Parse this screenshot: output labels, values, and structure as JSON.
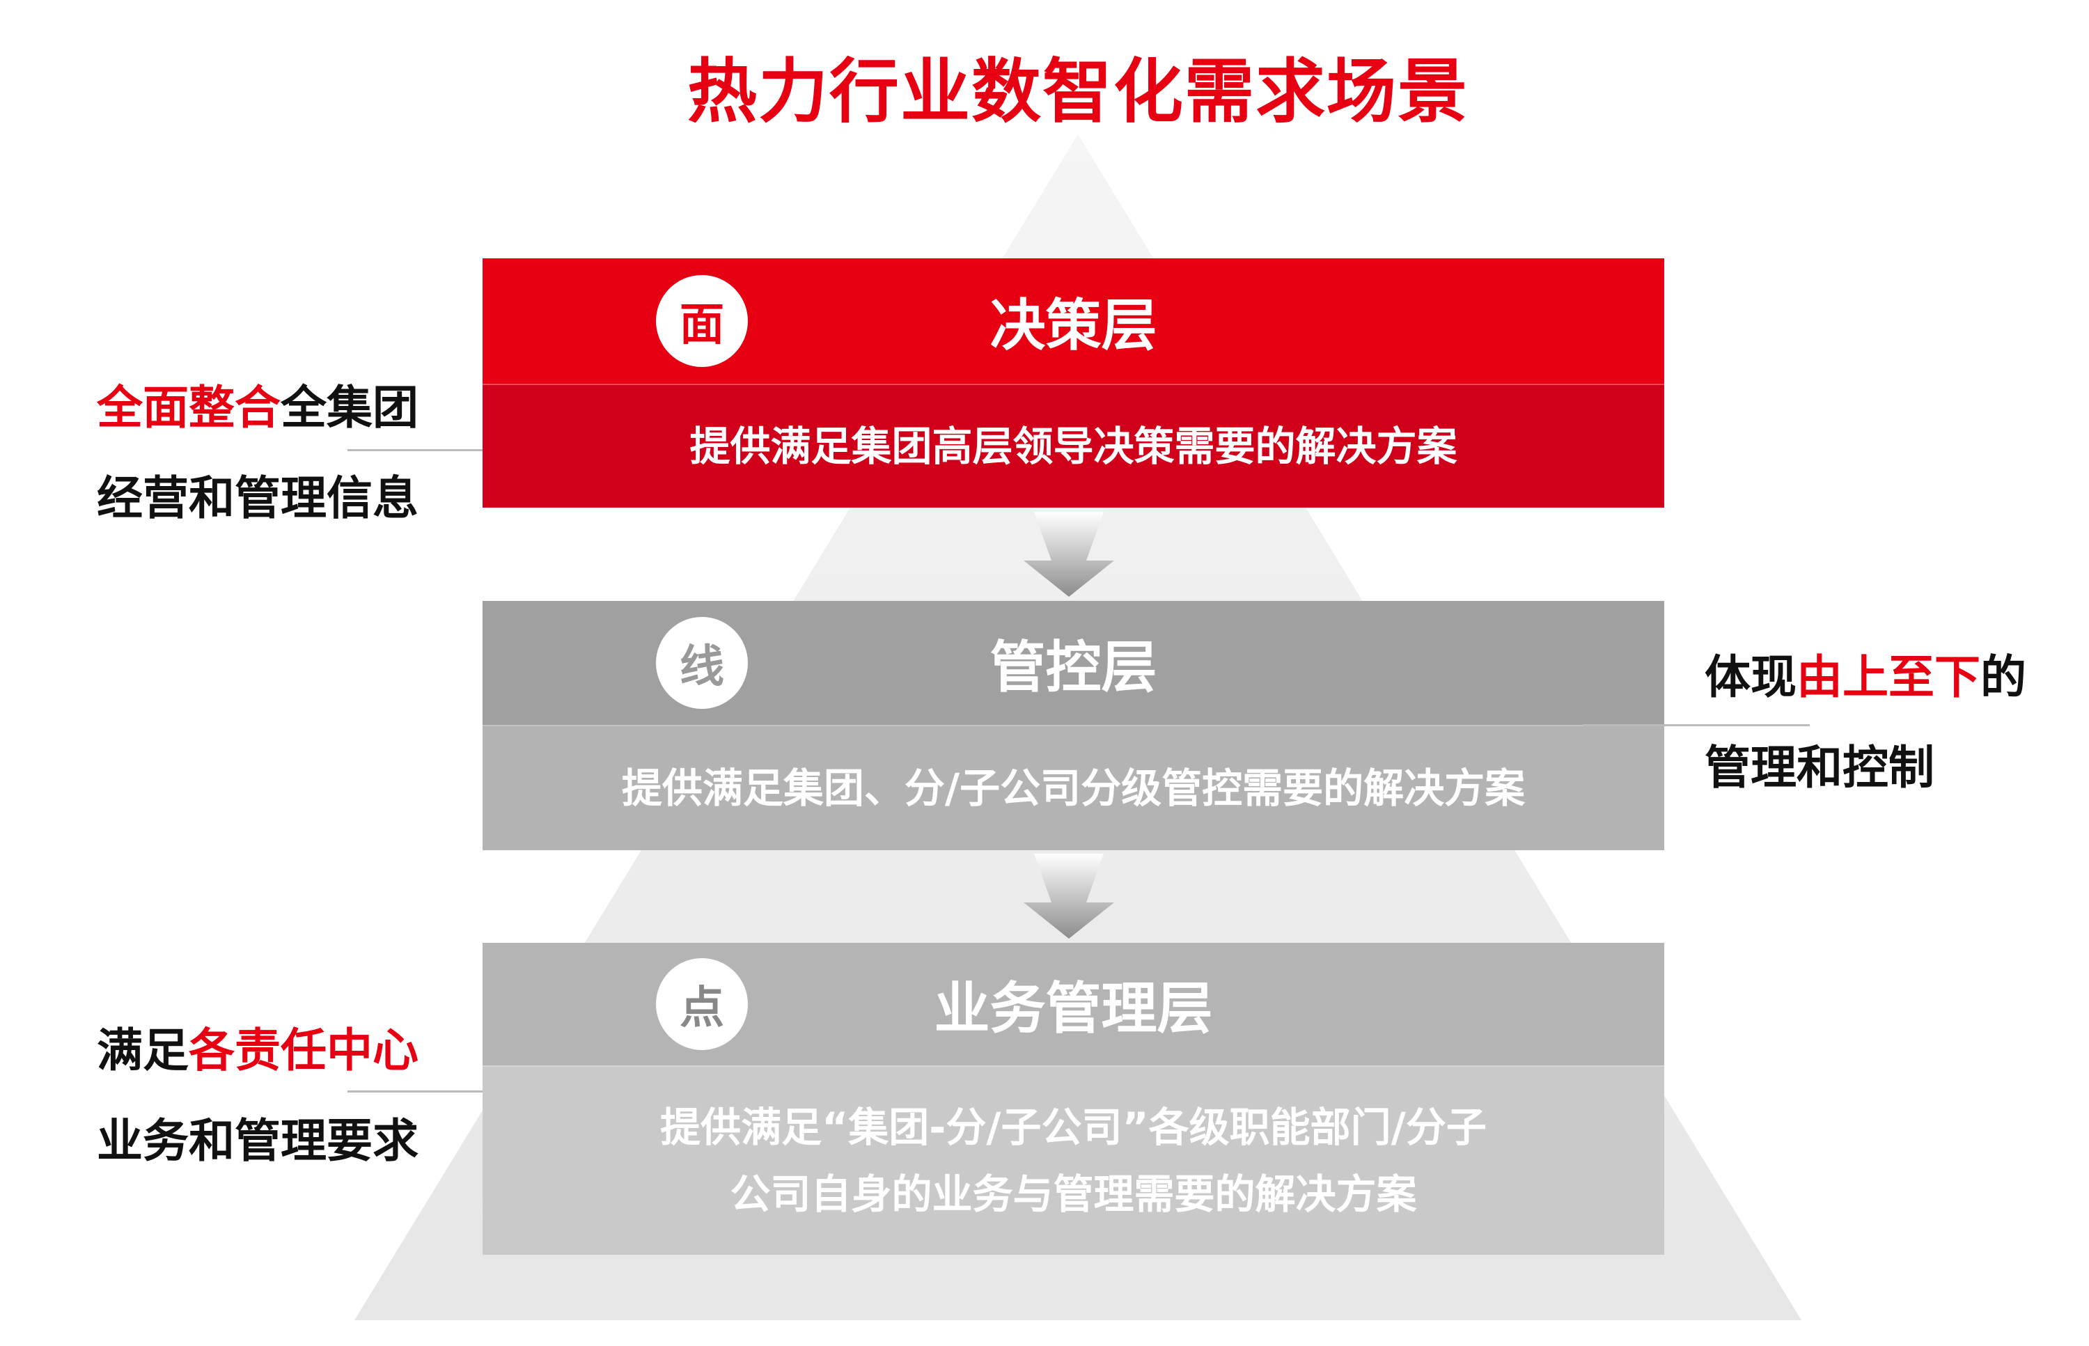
{
  "title": "热力行业数智化需求场景",
  "colors": {
    "accent": "#e60012",
    "decision_top": "#e60012",
    "decision_bottom": "#d1001a",
    "control_top": "#a0a0a0",
    "control_bottom": "#b3b3b3",
    "business_top": "#b4b4b4",
    "business_bottom": "#c9c9c9"
  },
  "layers": [
    {
      "badge": "面",
      "name": "决策层",
      "desc": [
        "提供满足集团高层领导决策需要的解决方案"
      ]
    },
    {
      "badge": "线",
      "name": "管控层",
      "desc": [
        "提供满足集团、分/子公司分级管控需要的解决方案"
      ]
    },
    {
      "badge": "点",
      "name": "业务管理层",
      "desc": [
        "提供满足“集团-分/子公司”各级职能部门/分子",
        "公司自身的业务与管理需要的解决方案"
      ]
    }
  ],
  "notes": {
    "top_left": {
      "line1_red": "全面整合",
      "line1_rest": "全集团",
      "line2": "经营和管理信息"
    },
    "right": {
      "line1_pre": "体现",
      "line1_red": "由上至下",
      "line1_post": "的",
      "line2": "管理和控制"
    },
    "bottom_left": {
      "line1_pre": "满足",
      "line1_red": "各责任中心",
      "line2": "业务和管理要求"
    }
  }
}
